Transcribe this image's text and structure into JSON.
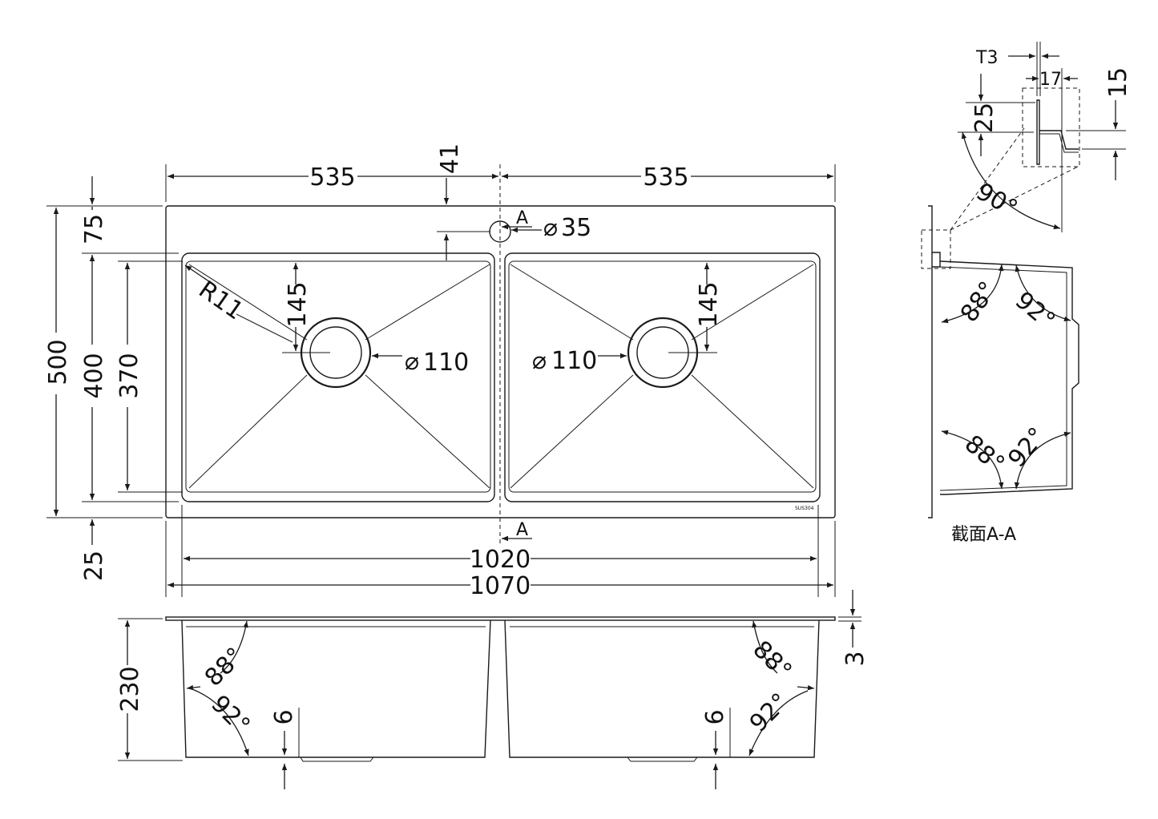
{
  "drawing": {
    "top_view": {
      "width_left": "535",
      "width_right": "535",
      "tap_offset": "41",
      "tap_hole": "35",
      "tap_hole_prefix": "⌀",
      "section_mark_top": "A",
      "section_mark_bottom": "A",
      "back_ledge": "75",
      "height_outer": "500",
      "height_bowl_outer": "400",
      "height_bowl_inner": "370",
      "front_ledge": "25",
      "corner_radius": "R11",
      "drain_offset_left": "145",
      "drain_offset_right": "145",
      "drain_dia_left": "110",
      "drain_dia_right": "110",
      "drain_prefix": "⌀",
      "bowls_width": "1020",
      "overall_width": "1070",
      "material_mark": "SUS304"
    },
    "front_view": {
      "depth": "230",
      "deck_thickness": "3",
      "left_top_angle": "88°",
      "left_bottom_angle": "92°",
      "right_top_angle": "88°",
      "right_bottom_angle": "92°",
      "left_step": "6",
      "right_step": "6"
    },
    "section_view": {
      "thickness": "T3",
      "lip_width": "17",
      "lip_height": "15",
      "upstand": "25",
      "detail_angle": "90°",
      "upper_left_angle": "88°",
      "upper_right_angle": "92°",
      "lower_left_angle": "88°",
      "lower_right_angle": "92°",
      "caption": "截面A-A"
    }
  }
}
